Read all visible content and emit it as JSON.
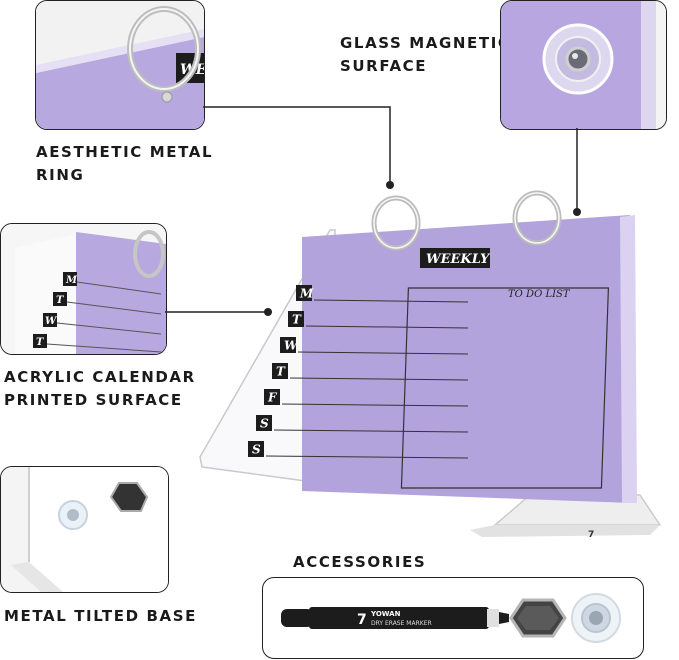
{
  "labels": {
    "glass": [
      "GLASS MAGNETIC",
      "SURFACE"
    ],
    "ring": [
      "AESTHETIC METAL",
      "RING"
    ],
    "acrylic": [
      "ACRYLIC CALENDAR",
      "PRINTED SURFACE"
    ],
    "base": [
      "METAL TILTED BASE"
    ],
    "accessories": "ACCESSORIES"
  },
  "board": {
    "header": "WEEKLY",
    "todo_title": "TO DO LIST",
    "days": [
      "M",
      "T",
      "W",
      "T",
      "F",
      "S",
      "S"
    ],
    "callout_days": [
      "M",
      "T",
      "W",
      "T"
    ],
    "callout_header_partial": "WE"
  },
  "marker": {
    "brand": "YOWAN",
    "product": "DRY ERASE MARKER"
  },
  "colors": {
    "lavender": "#b3a3dd",
    "lavender_light": "#cdbfea",
    "label_dark": "#1c1c1c",
    "accent_line": "#222222",
    "silver": "#c9c9c9"
  }
}
